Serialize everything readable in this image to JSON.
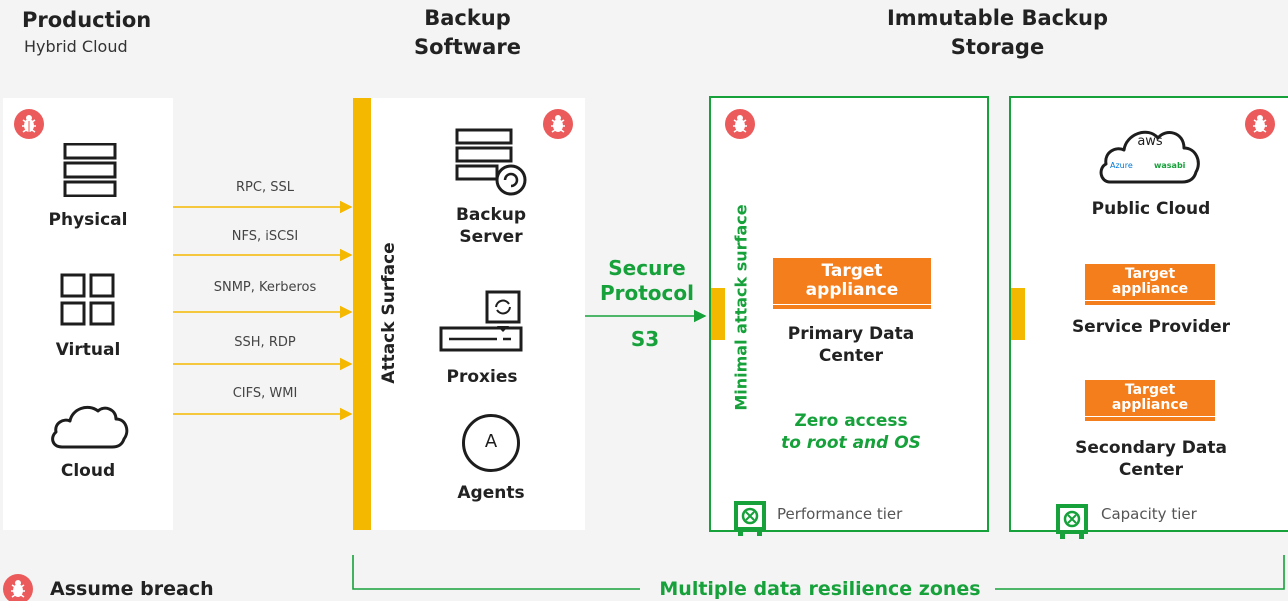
{
  "headers": {
    "production": "Production",
    "production_sub": "Hybrid Cloud",
    "backup_software": "Backup Software",
    "immutable": "Immutable Backup Storage"
  },
  "production": {
    "physical": "Physical",
    "virtual": "Virtual",
    "cloud": "Cloud"
  },
  "protocols": [
    "RPC, SSL",
    "NFS, iSCSI",
    "SNMP, Kerberos",
    "SSH, RDP",
    "CIFS, WMI"
  ],
  "backup": {
    "attack_surface": "Attack Surface",
    "server": "Backup Server",
    "proxies": "Proxies",
    "agents": "Agents",
    "agents_glyph": "A"
  },
  "link": {
    "secure": "Secure Protocol",
    "s3": "S3"
  },
  "primary": {
    "minimal": "Minimal attack surface",
    "badge": "Target appliance",
    "title": "Primary Data Center",
    "zero_line1": "Zero access",
    "zero_line2": "to root and OS",
    "tier": "Performance tier"
  },
  "secondary": {
    "cloud_aws": "aws",
    "cloud_azure": "Azure",
    "cloud_wasabi": "wasabi",
    "public_cloud": "Public Cloud",
    "badge1": "Target appliance",
    "service_provider": "Service Provider",
    "badge2": "Target appliance",
    "secondary_dc": "Secondary Data Center",
    "tier": "Capacity tier"
  },
  "footer": {
    "assume_breach": "Assume breach",
    "zones": "Multiple data resilience zones"
  },
  "colors": {
    "green": "#16a13a",
    "orange": "#f47e1c",
    "yellow": "#f5b800",
    "red": "#ec5b5b"
  }
}
